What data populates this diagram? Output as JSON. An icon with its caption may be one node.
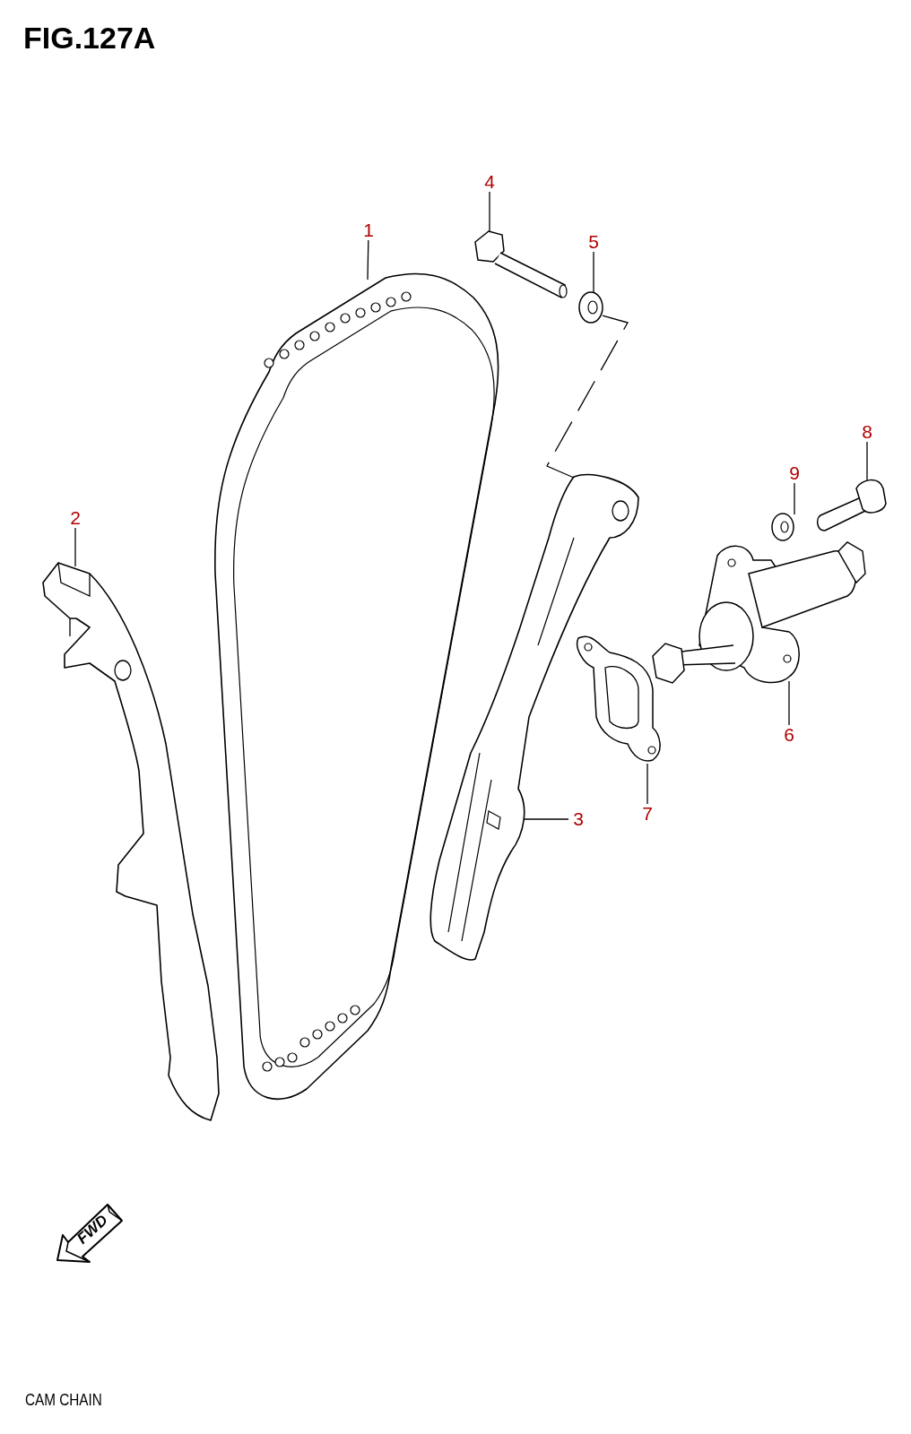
{
  "diagram": {
    "title": "FIG.127A",
    "caption": "CAM CHAIN",
    "nodes": [
      {
        "text": [
          "1"
        ]
      },
      {
        "text": [],
        "shape": "picture"
      },
      {
        "text": [
          "2"
        ]
      },
      {
        "text": [],
        "shape": "picture"
      },
      {
        "text": [
          "3"
        ]
      },
      {
        "text": [],
        "shape": "picture"
      },
      {
        "text": [
          "4"
        ]
      },
      {
        "text": [],
        "shape": "picture"
      },
      {
        "text": [
          "5"
        ]
      },
      {
        "text": [],
        "shape": "picture"
      },
      {
        "text": [
          "6"
        ]
      },
      {
        "text": [],
        "shape": "picture"
      },
      {
        "text": [
          "7"
        ]
      },
      {
        "text": [],
        "shape": "picture"
      },
      {
        "text": [
          "8"
        ]
      },
      {
        "text": [],
        "shape": "picture"
      },
      {
        "text": [
          "9"
        ]
      },
      {
        "text": [],
        "shape": "picture"
      }
    ],
    "edges": [
      {
        "from": 0,
        "to": 1,
        "arrow": "none"
      },
      {
        "from": 2,
        "to": 3,
        "arrow": "none"
      },
      {
        "from": 4,
        "to": 5,
        "arrow": "none"
      },
      {
        "from": 6,
        "to": 7,
        "arrow": "none"
      },
      {
        "from": 8,
        "to": 9,
        "arrow": "none"
      },
      {
        "from": 10,
        "to": 11,
        "arrow": "none"
      },
      {
        "from": 12,
        "to": 13,
        "arrow": "none"
      },
      {
        "from": 14,
        "to": 15,
        "arrow": "none"
      },
      {
        "from": 16,
        "to": 17,
        "arrow": "none"
      },
      {
        "from": 9,
        "to": 5,
        "arrow": "none",
        "style": "dashed"
      }
    ],
    "labels": [
      "FWD"
    ]
  }
}
